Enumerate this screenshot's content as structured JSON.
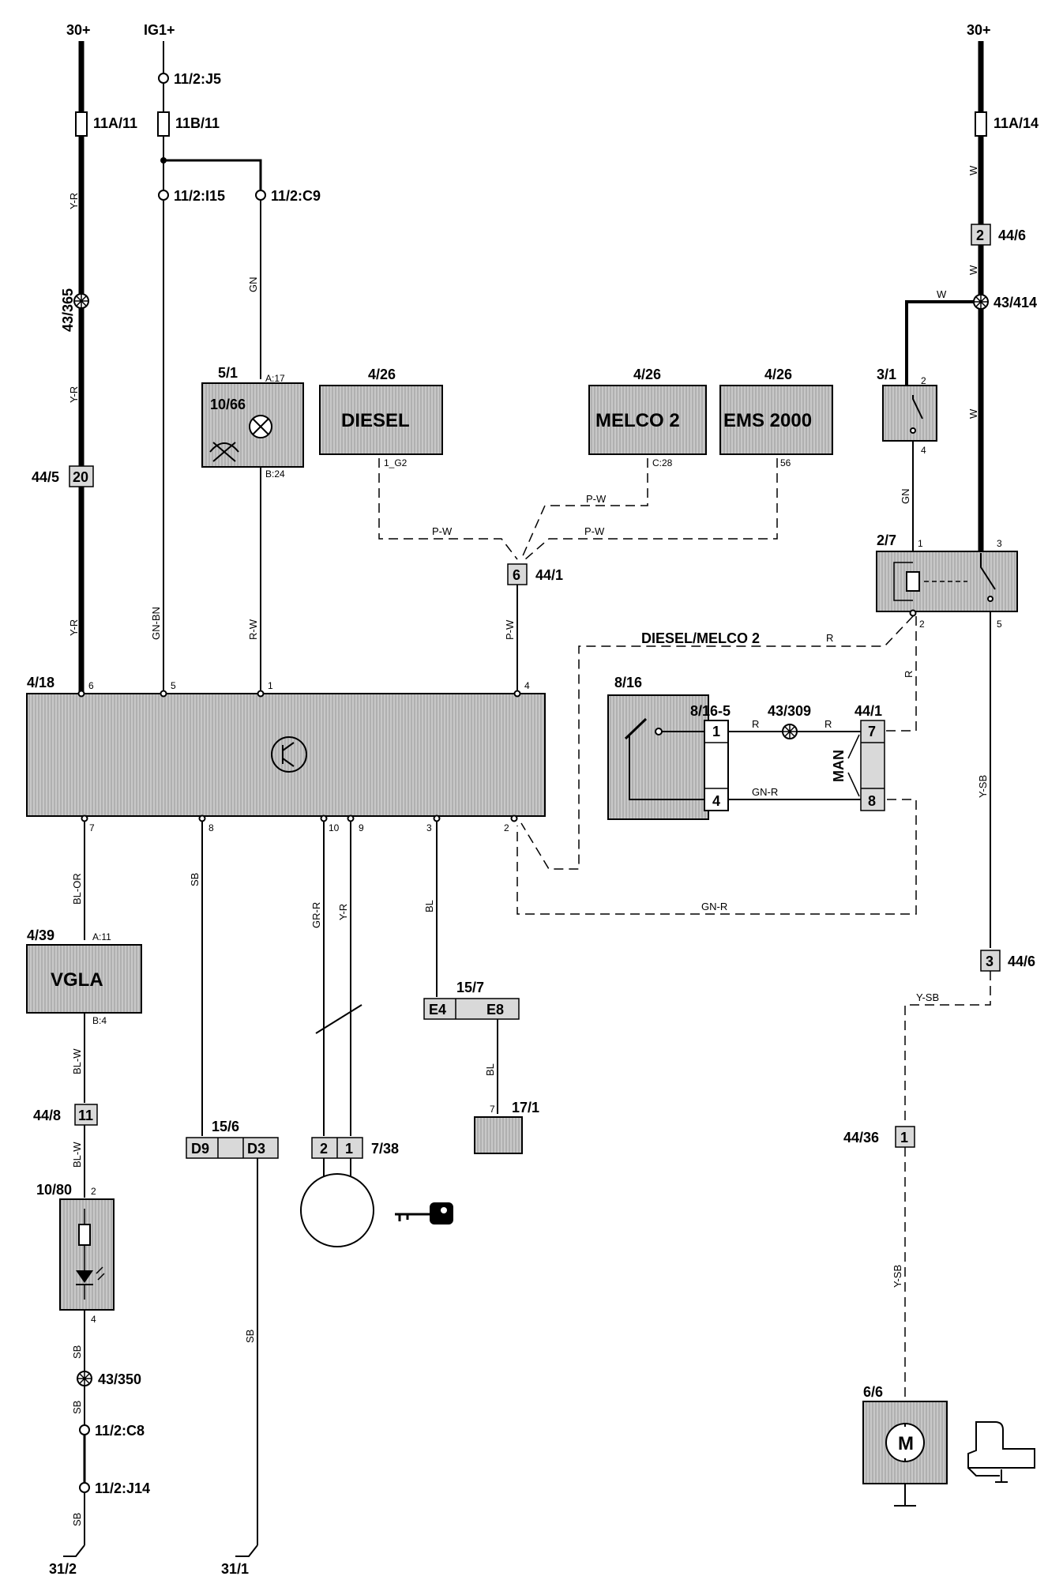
{
  "supply": {
    "bat_left": "30+",
    "ign": "IG1+",
    "bat_right": "30+"
  },
  "fuses": {
    "left": "11A/11",
    "middle": "11B/11",
    "right": "11A/14"
  },
  "junctions": {
    "j5": "11/2:J5",
    "i15": "11/2:I15",
    "c9": "11/2:C9",
    "c8": "11/2:C8",
    "j14": "11/2:J14"
  },
  "splices": {
    "s365": "43/365",
    "s414": "43/414",
    "s309": "43/309",
    "s350": "43/350"
  },
  "connectors": {
    "c44_5": {
      "id": "44/5",
      "pin": "20"
    },
    "c44_6a": {
      "id": "44/6",
      "pin": "2"
    },
    "c44_1": {
      "id": "44/1",
      "pin": "6"
    },
    "c44_6b": {
      "id": "44/6",
      "pin": "3"
    },
    "c44_36": {
      "id": "44/36",
      "pin": "1"
    },
    "c44_8": {
      "id": "44/8",
      "pin": "11"
    },
    "c44_1man": {
      "id": "44/1",
      "pin_a": "7",
      "pin_b": "8",
      "tag": "MAN"
    },
    "c8_16_5": {
      "id": "8/16-5",
      "pin_a": "1",
      "pin_b": "4"
    },
    "c15_7": {
      "id": "15/7",
      "pin_a": "E4",
      "pin_b": "E8"
    },
    "c15_6": {
      "id": "15/6",
      "pin_a": "D9",
      "pin_b": "D3"
    },
    "c7_38": {
      "id": "7/38",
      "pin_a": "2",
      "pin_b": "1"
    }
  },
  "components": {
    "c5_1": {
      "id": "5/1",
      "sub": "10/66",
      "pin_top": "A:17",
      "pin_bot": "B:24"
    },
    "diesel": {
      "id": "4/26",
      "name": "DIESEL",
      "pin": "1_G2"
    },
    "melco": {
      "id": "4/26",
      "name": "MELCO 2",
      "pin": "C:28"
    },
    "ems": {
      "id": "4/26",
      "name": "EMS 2000",
      "pin": "56"
    },
    "c3_1": {
      "id": "3/1",
      "pin_top": "2",
      "pin_bot": "4"
    },
    "relay": {
      "id": "2/7",
      "p1": "1",
      "p2": "2",
      "p3": "3",
      "p5": "5"
    },
    "module": {
      "id": "4/18",
      "top_pins": [
        "6",
        "5",
        "1",
        "4"
      ],
      "bottom_pins": [
        "7",
        "8",
        "10",
        "9",
        "3",
        "2"
      ]
    },
    "sw8_16": {
      "id": "8/16"
    },
    "vgla": {
      "id": "4/39",
      "name": "VGLA",
      "pin_top": "A:11",
      "pin_bot": "B:4"
    },
    "c10_80": {
      "id": "10/80",
      "pin_top": "2",
      "pin_bot": "4"
    },
    "c17_1": {
      "id": "17/1",
      "pin": "7"
    },
    "motor": {
      "id": "6/6",
      "symbol": "M"
    }
  },
  "grounds": {
    "g1": "31/2",
    "g2": "31/1"
  },
  "wires": {
    "yr1": "Y-R",
    "yr2": "Y-R",
    "yr3": "Y-R",
    "gn1": "GN",
    "gnbn": "GN-BN",
    "rw": "R-W",
    "pw1": "P-W",
    "pw2": "P-W",
    "pw3": "P-W",
    "pw4": "P-W",
    "w1": "W",
    "w2": "W",
    "w3": "W",
    "w4": "W",
    "gn2": "GN",
    "r1": "R",
    "r2": "R",
    "r3": "R",
    "r4": "R",
    "gnr1": "GN-R",
    "gnr2": "GN-R",
    "blor": "BL-OR",
    "sb1": "SB",
    "grr": "GR-R",
    "yr4": "Y-R",
    "bl1": "BL",
    "bl2": "BL",
    "ysb1": "Y-SB",
    "ysb2": "Y-SB",
    "ysb3": "Y-SB",
    "blw1": "BL-W",
    "blw2": "BL-W",
    "sb2": "SB",
    "sb3": "SB",
    "sb4": "SB"
  },
  "variant_label": "DIESEL/MELCO 2"
}
